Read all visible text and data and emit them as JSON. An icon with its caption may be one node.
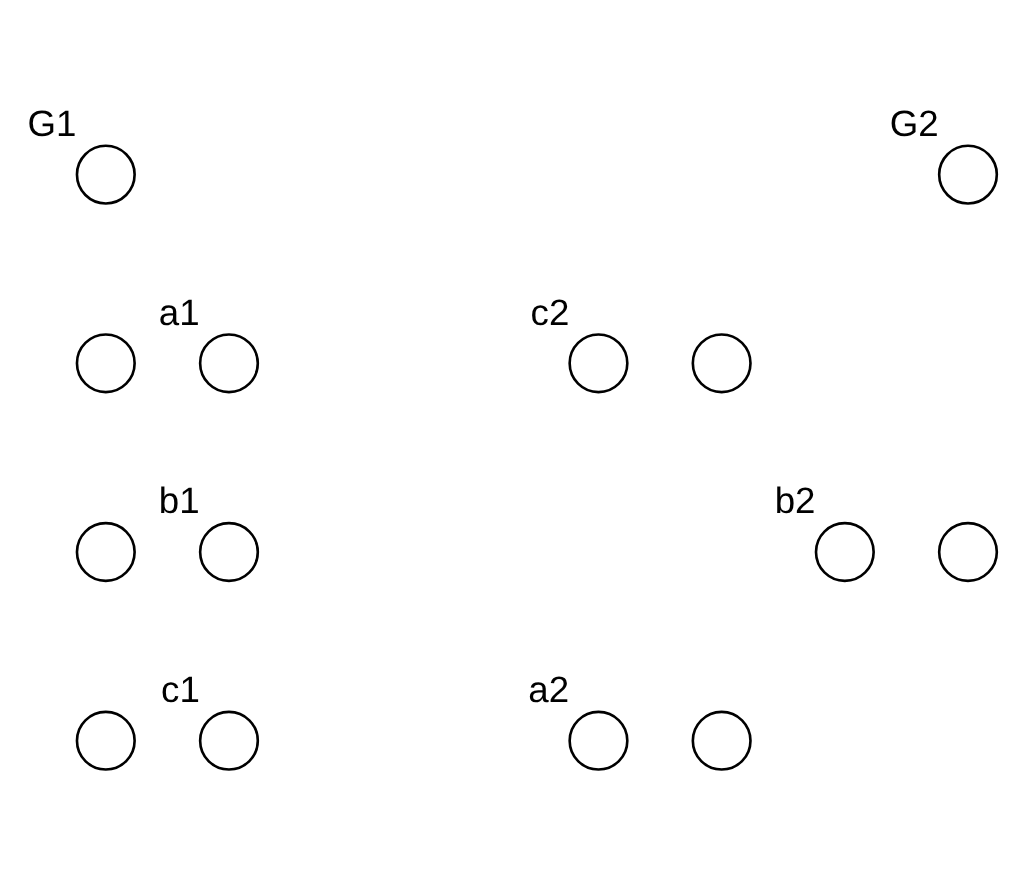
{
  "diagram": {
    "nodes": [
      {
        "text": [],
        "shape": "circle",
        "beside": [
          "G1"
        ]
      },
      {
        "text": [],
        "shape": "circle",
        "beside": [
          "G2"
        ]
      },
      {
        "text": [],
        "shape": "circle"
      },
      {
        "text": [],
        "shape": "circle",
        "beside": [
          "a1"
        ]
      },
      {
        "text": [],
        "shape": "circle",
        "beside": [
          "c2"
        ]
      },
      {
        "text": [],
        "shape": "circle"
      },
      {
        "text": [],
        "shape": "circle"
      },
      {
        "text": [],
        "shape": "circle",
        "beside": [
          "b1"
        ]
      },
      {
        "text": [],
        "shape": "circle",
        "beside": [
          "b2"
        ]
      },
      {
        "text": [],
        "shape": "circle"
      },
      {
        "text": [],
        "shape": "circle"
      },
      {
        "text": [],
        "shape": "circle",
        "beside": [
          "c1"
        ]
      },
      {
        "text": [],
        "shape": "circle",
        "beside": [
          "a2"
        ]
      },
      {
        "text": [],
        "shape": "circle"
      }
    ],
    "edges": []
  }
}
